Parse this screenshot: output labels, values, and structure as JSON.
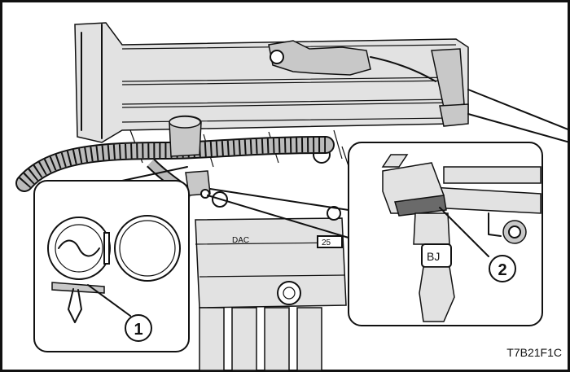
{
  "callouts": [
    {
      "id": "1",
      "label": "1"
    },
    {
      "id": "2",
      "label": "2"
    }
  ],
  "labels": {
    "module": "DAC",
    "stamp": "25",
    "injector_mark": "BJ"
  },
  "figure_code": "T7B21F1C",
  "colors": {
    "line": "#111111",
    "shade": "#c8c8c8",
    "light_shade": "#e2e2e2",
    "background": "#ffffff"
  }
}
